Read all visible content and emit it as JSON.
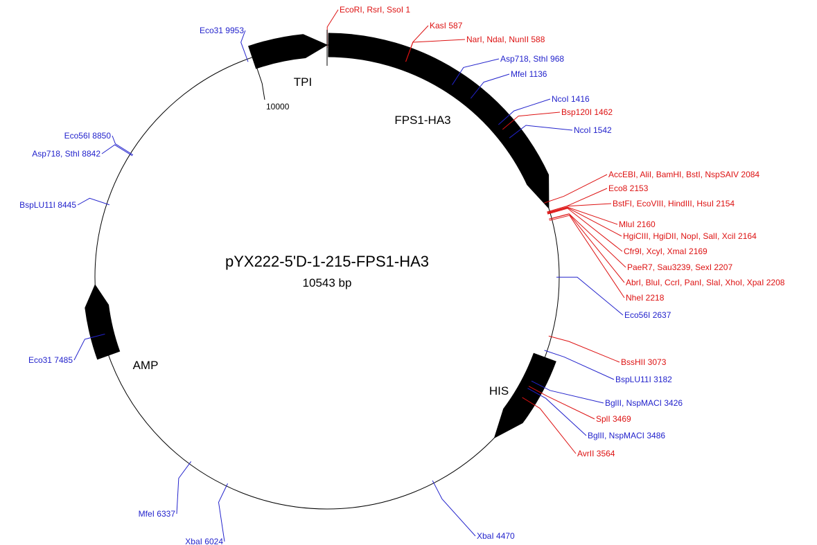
{
  "plasmid": {
    "name": "pYX222-5'D-1-215-FPS1-HA3",
    "size_label": "10543 bp",
    "length_bp": 10543
  },
  "colors": {
    "red": "#dd1111",
    "blue": "#2222cc",
    "black": "#000000"
  },
  "features": [
    {
      "name": "TPI",
      "start": 9993,
      "end": 0
    },
    {
      "name": "FPS1-HA3",
      "start": 10,
      "end": 2130
    },
    {
      "name": "HIS",
      "start": 3230,
      "end": 3920
    },
    {
      "name": "AMP",
      "start": 7330,
      "end": 7850
    }
  ],
  "sites": [
    {
      "label": "EcoRI, RsrI, SsoI 1",
      "pos": 1,
      "color": "red"
    },
    {
      "label": "KasI 587",
      "pos": 587,
      "color": "red"
    },
    {
      "label": "NarI, NdaI, NunII 588",
      "pos": 588,
      "color": "red"
    },
    {
      "label": "Asp718, SthI 968",
      "pos": 968,
      "color": "blue"
    },
    {
      "label": "MfeI 1136",
      "pos": 1136,
      "color": "blue"
    },
    {
      "label": "NcoI 1416",
      "pos": 1416,
      "color": "blue"
    },
    {
      "label": "Bsp120I 1462",
      "pos": 1462,
      "color": "red"
    },
    {
      "label": "NcoI 1542",
      "pos": 1542,
      "color": "blue"
    },
    {
      "label": "AccEBI, AliI, BamHI, BstI, NspSAIV 2084",
      "pos": 2084,
      "color": "red"
    },
    {
      "label": "Eco8 2153",
      "pos": 2153,
      "color": "red"
    },
    {
      "label": "BstFI, EcoVIII, HindIII, HsuI 2154",
      "pos": 2154,
      "color": "red"
    },
    {
      "label": "MluI 2160",
      "pos": 2160,
      "color": "red"
    },
    {
      "label": "HgiCIII, HgiDII, NopI, SalI, XciI 2164",
      "pos": 2164,
      "color": "red"
    },
    {
      "label": "Cfr9I, XcyI, XmaI 2169",
      "pos": 2169,
      "color": "red"
    },
    {
      "label": "PaeR7, Sau3239, SexI 2207",
      "pos": 2207,
      "color": "red"
    },
    {
      "label": "AbrI, BluI, CcrI, PanI, SlaI, XhoI, XpaI 2208",
      "pos": 2208,
      "color": "red"
    },
    {
      "label": "NheI 2218",
      "pos": 2218,
      "color": "red"
    },
    {
      "label": "Eco56I 2637",
      "pos": 2637,
      "color": "blue"
    },
    {
      "label": "BssHII 3073",
      "pos": 3073,
      "color": "red"
    },
    {
      "label": "BspLU11I 3182",
      "pos": 3182,
      "color": "blue"
    },
    {
      "label": "BglII, NspMACI 3426",
      "pos": 3426,
      "color": "blue"
    },
    {
      "label": "SplI 3469",
      "pos": 3469,
      "color": "red"
    },
    {
      "label": "BglII, NspMACI 3486",
      "pos": 3486,
      "color": "blue"
    },
    {
      "label": "AvrII 3564",
      "pos": 3564,
      "color": "red"
    },
    {
      "label": "XbaI 4470",
      "pos": 4470,
      "color": "blue"
    },
    {
      "label": "XbaI 6024",
      "pos": 6024,
      "color": "blue"
    },
    {
      "label": "MfeI 6337",
      "pos": 6337,
      "color": "blue"
    },
    {
      "label": "Eco31 7485",
      "pos": 7485,
      "color": "blue"
    },
    {
      "label": "BspLU11I 8445",
      "pos": 8445,
      "color": "blue"
    },
    {
      "label": "Asp718, SthI 8842",
      "pos": 8842,
      "color": "blue"
    },
    {
      "label": "Eco56I 8850",
      "pos": 8850,
      "color": "blue"
    },
    {
      "label": "Eco31 9953",
      "pos": 9953,
      "color": "blue"
    }
  ],
  "ticks": [
    {
      "label": "10000",
      "pos": 10000
    }
  ]
}
